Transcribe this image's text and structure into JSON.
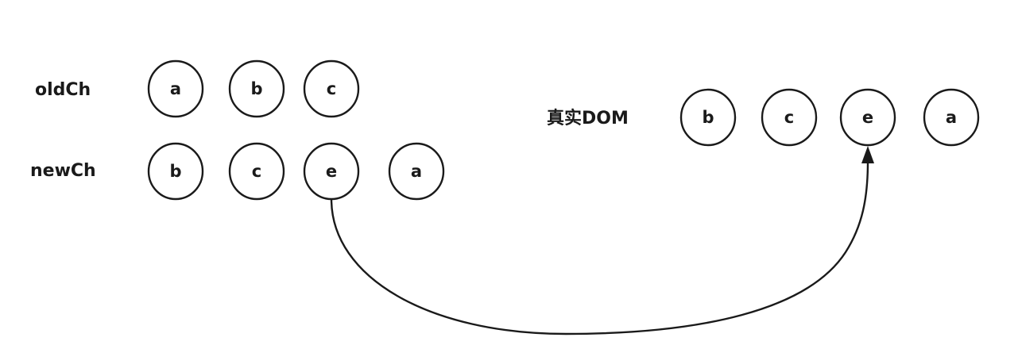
{
  "labels": {
    "old": "oldCh",
    "new": "newCh",
    "dom": "真实DOM"
  },
  "old_children": [
    "a",
    "b",
    "c"
  ],
  "new_children": [
    "b",
    "c",
    "e",
    "a"
  ],
  "dom_children": [
    "b",
    "c",
    "e",
    "a"
  ],
  "colors": {
    "stroke": "#1a1a1a",
    "background": "#ffffff"
  }
}
